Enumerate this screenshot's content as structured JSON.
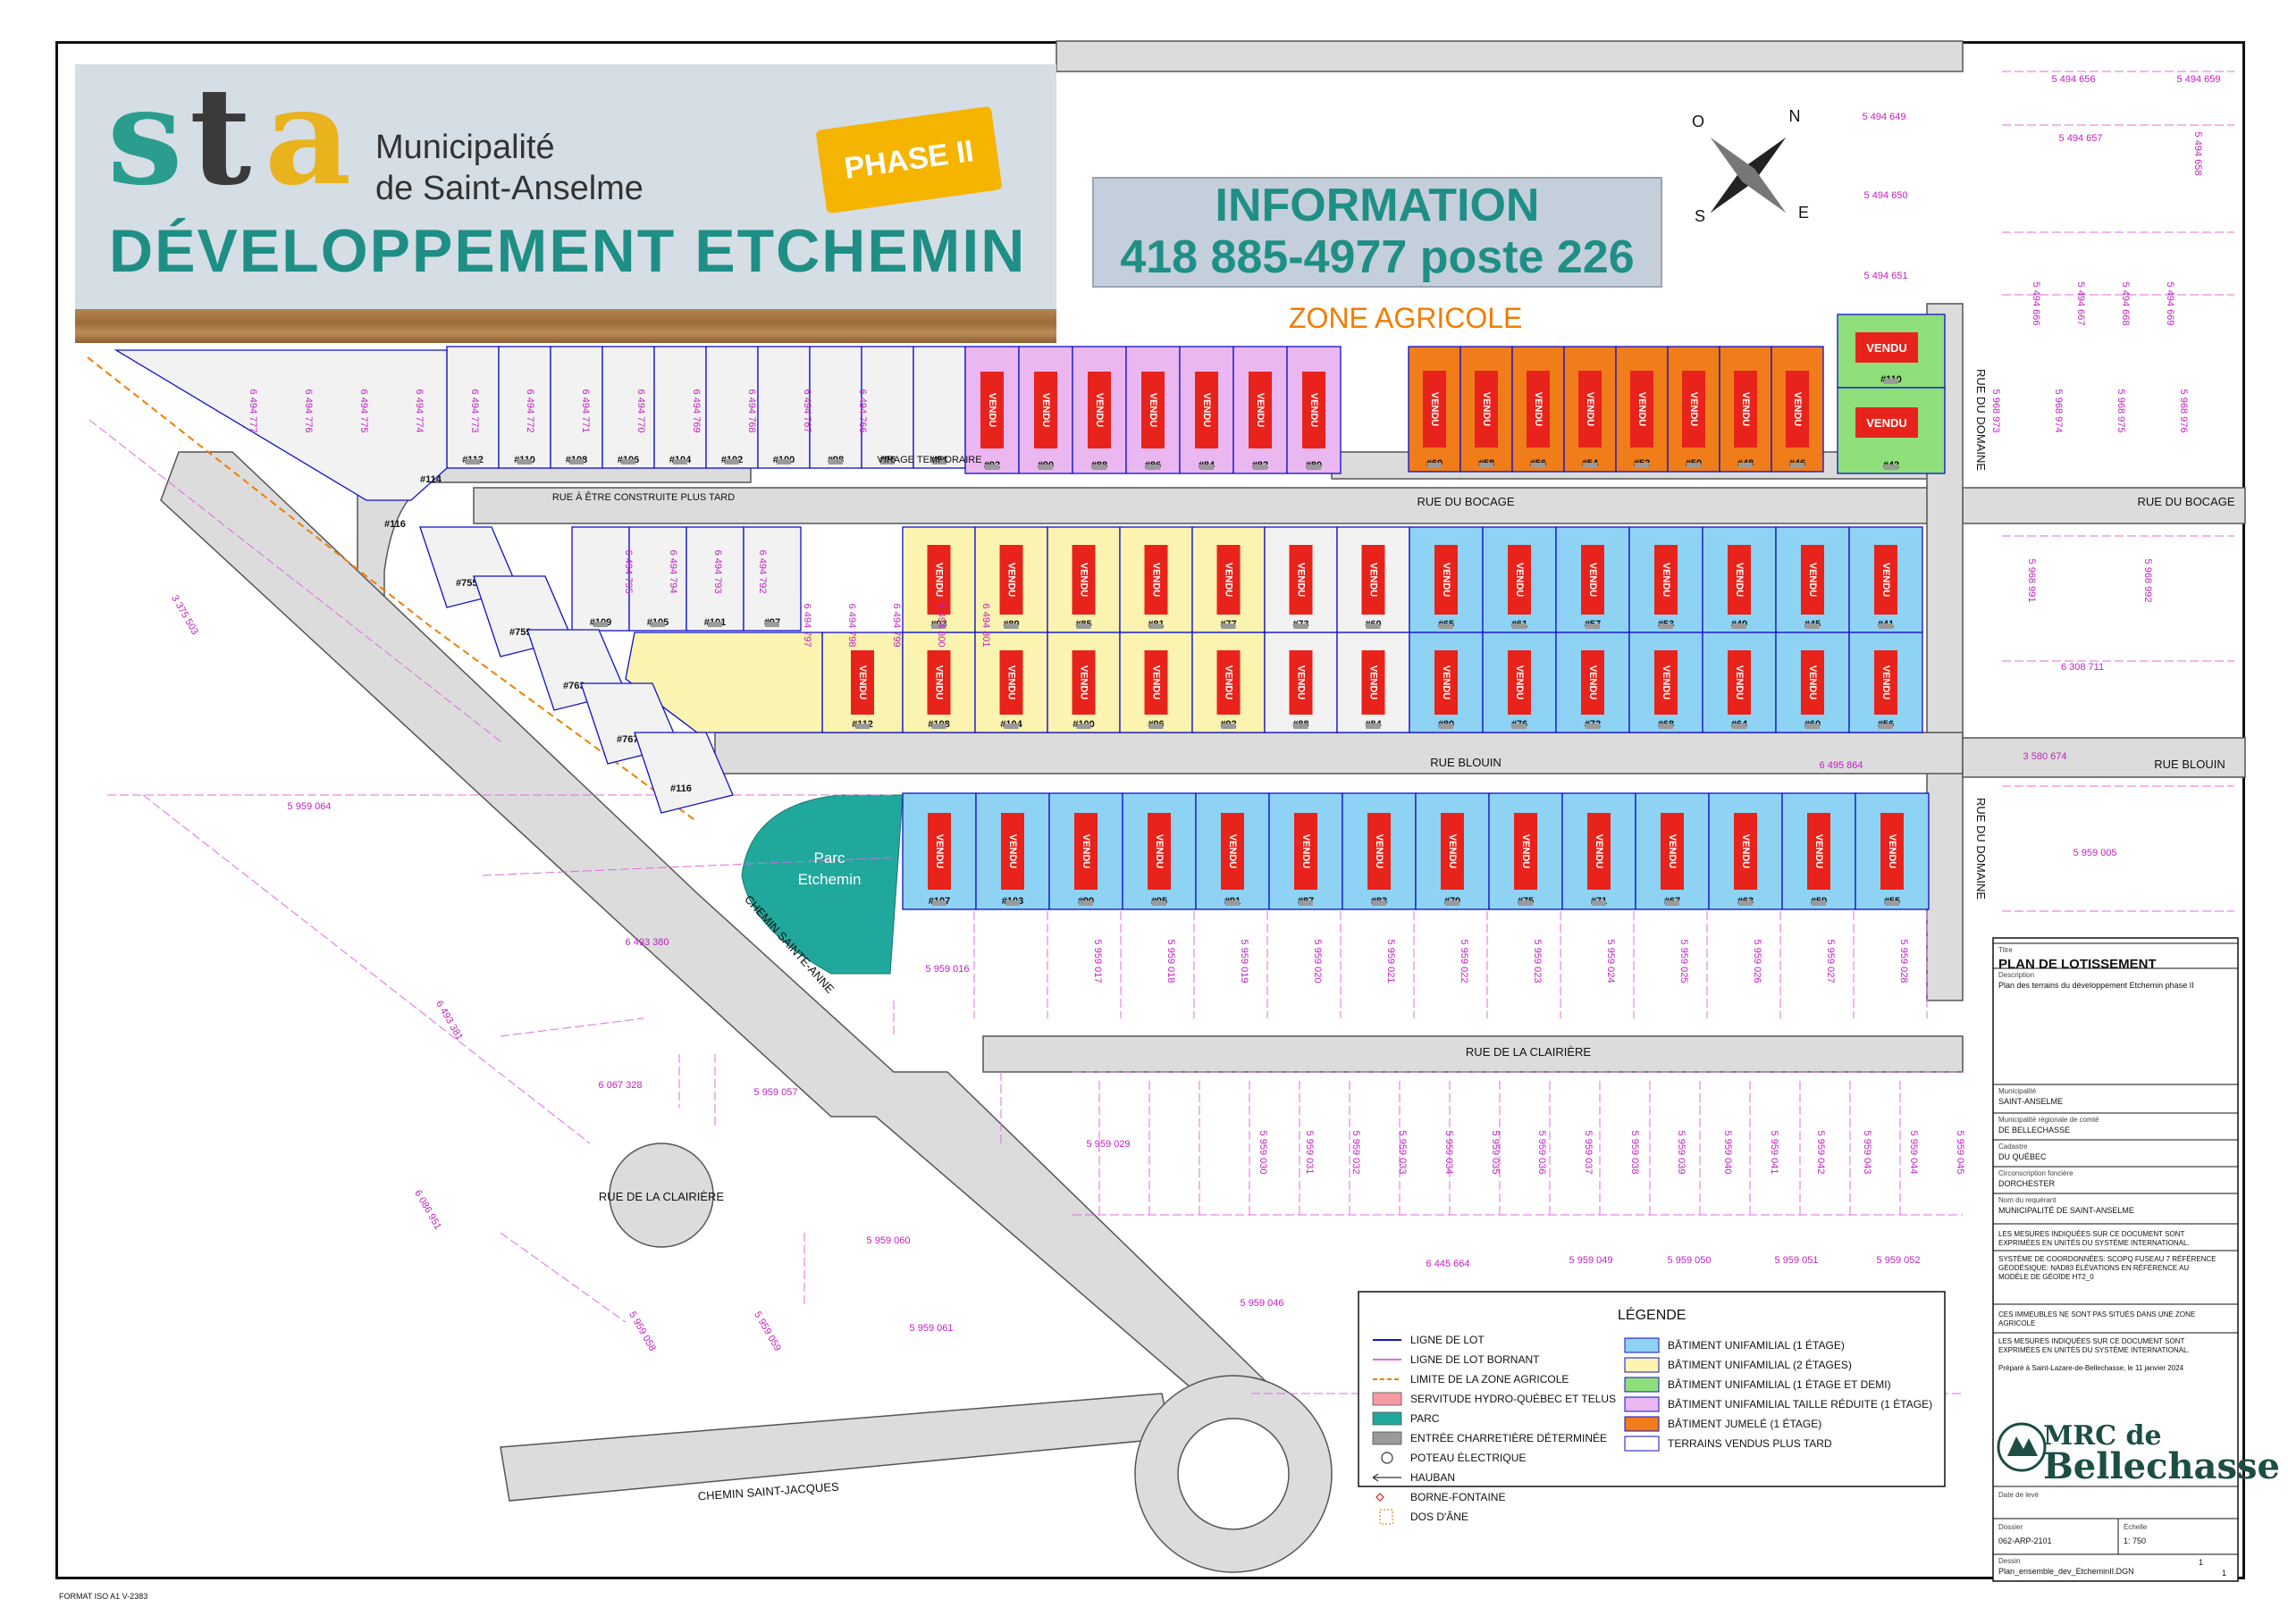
{
  "header": {
    "logo_letters": [
      "s",
      "t",
      "a"
    ],
    "municipality_line1": "Municipalité",
    "municipality_line2": "de Saint-Anselme",
    "phase": "PHASE II",
    "development_title": "DÉVELOPPEMENT ETCHEMIN"
  },
  "info": {
    "line1": "INFORMATION",
    "line2": "418 885-4977 poste 226"
  },
  "zone_agricole": "ZONE AGRICOLE",
  "compass": {
    "n": "N",
    "e": "E",
    "s": "S",
    "o": "O"
  },
  "sold_label": "VENDU",
  "streets": {
    "bocage_center": "RUE DU BOCAGE",
    "bocage_right": "RUE DU BOCAGE",
    "blouin_center": "RUE BLOUIN",
    "blouin_right": "RUE BLOUIN",
    "domaine_top": "RUE DU DOMAINE",
    "domaine_bottom": "RUE DU DOMAINE",
    "future_street": "RUE À ÊTRE CONSTRUITE PLUS TARD",
    "virage": "VIRAGE TEMPORAIRE",
    "clairiere_main": "RUE DE LA CLAIRIÈRE",
    "clairiere_circle": "RUE DE LA CLAIRIÈRE",
    "chemin_ste_anne": "CHEMIN SAINTE-ANNE",
    "chemin_st_jacques": "CHEMIN SAINT-JACQUES"
  },
  "park": {
    "line1": "Parc",
    "line2": "Etchemin"
  },
  "lots": {
    "top_row": {
      "white": [
        "#112",
        "#110",
        "#108",
        "#106",
        "#104",
        "#102",
        "#100",
        "#98",
        "#96",
        "#94"
      ],
      "pink": [
        "#92",
        "#90",
        "#88",
        "#86",
        "#84",
        "#82",
        "#80"
      ],
      "orange": [
        "#60",
        "#58",
        "#56",
        "#54",
        "#52",
        "#50",
        "#48",
        "#46"
      ],
      "green": [
        "#110",
        "#42"
      ],
      "corner": [
        "#114",
        "#116"
      ]
    },
    "mid_upper": {
      "white": [
        "#109",
        "#105",
        "#101",
        "#97"
      ],
      "yellow": [
        "#93",
        "#89",
        "#85",
        "#81",
        "#77"
      ],
      "white2": [
        "#73",
        "#69"
      ],
      "blue": [
        "#65",
        "#61",
        "#57",
        "#53",
        "#49",
        "#45",
        "#41"
      ]
    },
    "mid_lower": {
      "white": [
        "#112",
        "#108",
        "#104",
        "#100",
        "#96",
        "#92",
        "#88",
        "#84"
      ],
      "blue": [
        "#80",
        "#76",
        "#72",
        "#68",
        "#64",
        "#60",
        "#56"
      ],
      "diagonal": [
        "#755",
        "#759",
        "#763",
        "#767",
        "#116"
      ]
    },
    "bottom_row": {
      "blue": [
        "#107",
        "#103",
        "#99",
        "#95",
        "#91",
        "#87",
        "#83",
        "#79",
        "#75",
        "#71",
        "#67",
        "#63",
        "#59",
        "#55"
      ]
    }
  },
  "cadastral": {
    "right_top": [
      "5 494 656",
      "5 494 659",
      "5 494 649",
      "5 494 657",
      "5 494 658",
      "5 494 650",
      "5 494 651"
    ],
    "right_vertical": [
      "5 494 666",
      "5 494 667",
      "5 494 668",
      "5 494 669"
    ],
    "right_vertical2": [
      "5 968 973",
      "5 968 974",
      "5 968 975",
      "5 968 976"
    ],
    "right_mid": [
      "5 968 991",
      "5 968 992",
      "6 308 711",
      "3 580 674"
    ],
    "right_low": [
      "5 959 005"
    ],
    "road_numbers": [
      "6 495 864"
    ],
    "left": [
      "3 375 503",
      "5 959 064",
      "6 493 380",
      "6 493 381",
      "6 067 328",
      "5 959 057",
      "6 086 951",
      "5 959 058",
      "5 959 059",
      "5 959 060",
      "5 959 061",
      "5 959 029",
      "5 959 046",
      "6 445 664",
      "5 959 049",
      "5 959 050",
      "5 959 051",
      "5 959 052"
    ],
    "bottom_lots": [
      "5 959 016",
      "5 959 017",
      "5 959 018",
      "5 959 019",
      "5 959 020",
      "5 959 021",
      "5 959 022",
      "5 959 023",
      "5 959 024",
      "5 959 025",
      "5 959 026",
      "5 959 027",
      "5 959 028"
    ],
    "lower_lots": [
      "5 959 030",
      "5 959 031",
      "5 959 032",
      "5 959 033",
      "5 959 034",
      "5 959 035",
      "5 959 036",
      "5 959 037",
      "5 959 038",
      "5 959 039",
      "5 959 040",
      "5 959 041",
      "5 959 042",
      "5 959 043",
      "5 959 044",
      "5 959 045"
    ],
    "top_diag": [
      "6 494 777",
      "6 494 776",
      "6 494 775",
      "6 494 774",
      "6 494 773",
      "6 494 772",
      "6 494 771",
      "6 494 770",
      "6 494 769",
      "6 494 768",
      "6 494 767",
      "6 494 766"
    ],
    "mid_diag": [
      "6 494 795",
      "6 494 794",
      "6 494 793",
      "6 494 792",
      "6 494 797",
      "6 494 798",
      "6 494 799",
      "6 494 800",
      "6 494 801"
    ]
  },
  "legend": {
    "title": "LÉGENDE",
    "left": [
      {
        "label": "LIGNE DE LOT",
        "symbol": "line",
        "color": "#1010c8"
      },
      {
        "label": "LIGNE DE LOT BORNANT",
        "symbol": "line",
        "color": "#e06ce0"
      },
      {
        "label": "LIMITE DE LA ZONE AGRICOLE",
        "symbol": "dash",
        "color": "#f07d00"
      },
      {
        "label": "SERVITUDE HYDRO-QUÉBEC ET TELUS",
        "symbol": "box",
        "color": "#f49aa0"
      },
      {
        "label": "PARC",
        "symbol": "box",
        "color": "#20a89c"
      },
      {
        "label": "ENTRÉE CHARRETIÈRE DÉTERMINÉE",
        "symbol": "box",
        "color": "#9a9a9a"
      },
      {
        "label": "POTEAU ÉLECTRIQUE",
        "symbol": "circle",
        "color": "#333333"
      },
      {
        "label": "HAUBAN",
        "symbol": "arrow",
        "color": "#333333"
      },
      {
        "label": "BORNE-FONTAINE",
        "symbol": "hydrant",
        "color": "#e02020"
      },
      {
        "label": "DOS D'ÂNE",
        "symbol": "hump",
        "color": "#e8a040"
      }
    ],
    "right": [
      {
        "label": "BÂTIMENT UNIFAMILIAL (1 ÉTAGE)",
        "color": "#8fd3f4"
      },
      {
        "label": "BÂTIMENT UNIFAMILIAL (2 ÉTAGES)",
        "color": "#fbf3b0"
      },
      {
        "label": "BÂTIMENT UNIFAMILIAL (1 ÉTAGE ET DEMI)",
        "color": "#8fe07a"
      },
      {
        "label": "BÂTIMENT UNIFAMILIAL TAILLE RÉDUITE (1 ÉTAGE)",
        "color": "#eab7f0"
      },
      {
        "label": "BÂTIMENT JUMELÉ  (1 ÉTAGE)",
        "color": "#f07d1a"
      },
      {
        "label": "TERRAINS VENDUS PLUS TARD",
        "color": "#ffffff"
      }
    ]
  },
  "title_block": {
    "titre_label": "Titre",
    "titre": "PLAN DE LOTISSEMENT",
    "description_label": "Description",
    "description": "Plan des terrains du développement Etchemin phase II",
    "municipalite_label": "Municipalité",
    "municipalite": "SAINT-ANSELME",
    "mrc_label": "Municipalité régionale de comté",
    "mrc": "DE BELLECHASSE",
    "cadastre_label": "Cadastre",
    "cadastre": "DU QUÉBEC",
    "circ_label": "Circonscription foncière",
    "circ": "DORCHESTER",
    "requerant_label": "Nom du requérant",
    "requerant": "MUNICIPALITÉ DE SAINT-ANSELME",
    "note1": "LES MESURES INDIQUÉES SUR CE DOCUMENT SONT EXPRIMÉES EN UNITÉS DU SYSTÈME INTERNATIONAL.",
    "note2": "SYSTÈME DE COORDONNÉES: SCOPQ FUSEAU 7 RÉFÉRENCE GÉODÉSIQUE: NAD83 ÉLÉVATIONS EN RÉFÉRENCE AU MODÈLE DE GÉOÏDE HT2_0",
    "note3": "CES IMMEUBLES NE SONT PAS SITUÉS DANS UNE ZONE AGRICOLE",
    "note4": "LES MESURES INDIQUÉES SUR CE DOCUMENT SONT EXPRIMÉES EN UNITÉS DU SYSTÈME INTERNATIONAL.",
    "prepared": "Préparé à Saint-Lazare-de-Bellechasse, le 11 janvier 2024",
    "mrc_logo_1": "MRC de",
    "mrc_logo_2": "Bellechasse",
    "date_label": "Date de levé",
    "dossier_label": "Dossier",
    "dossier": "062-ARP-2101",
    "echelle_label": "Échelle",
    "echelle": "1: 750",
    "dessin_label": "Dessin",
    "dessin": "Plan_ensemble_dev_EtcheminII.DGN",
    "page": "1",
    "pages": "1"
  },
  "format": "FORMAT ISO A1 V-2383"
}
